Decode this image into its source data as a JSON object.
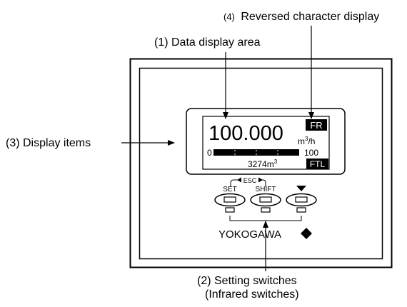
{
  "callouts": {
    "reversed_display": {
      "num": "(4)",
      "text": "Reversed character display"
    },
    "data_display": "(1) Data display area",
    "display_items": "(3) Display items",
    "setting_switches_line1": "(2) Setting switches",
    "setting_switches_line2": "(Infrared switches)"
  },
  "lcd": {
    "value": "100.000",
    "unit_base": "m",
    "unit_exp": "3",
    "unit_rest": "/h",
    "fr_tag": "FR",
    "bar_min": "0",
    "bar_max": "100",
    "total_base": "3274m",
    "total_exp": "3",
    "ftl_tag": "FTL"
  },
  "switches": {
    "esc_label": "ESC",
    "set_label": "SET",
    "shift_label": "SHIFT",
    "down_icon": "down-triangle-icon"
  },
  "brand": {
    "name": "YOKOGAWA",
    "mark": "diamond-icon"
  }
}
